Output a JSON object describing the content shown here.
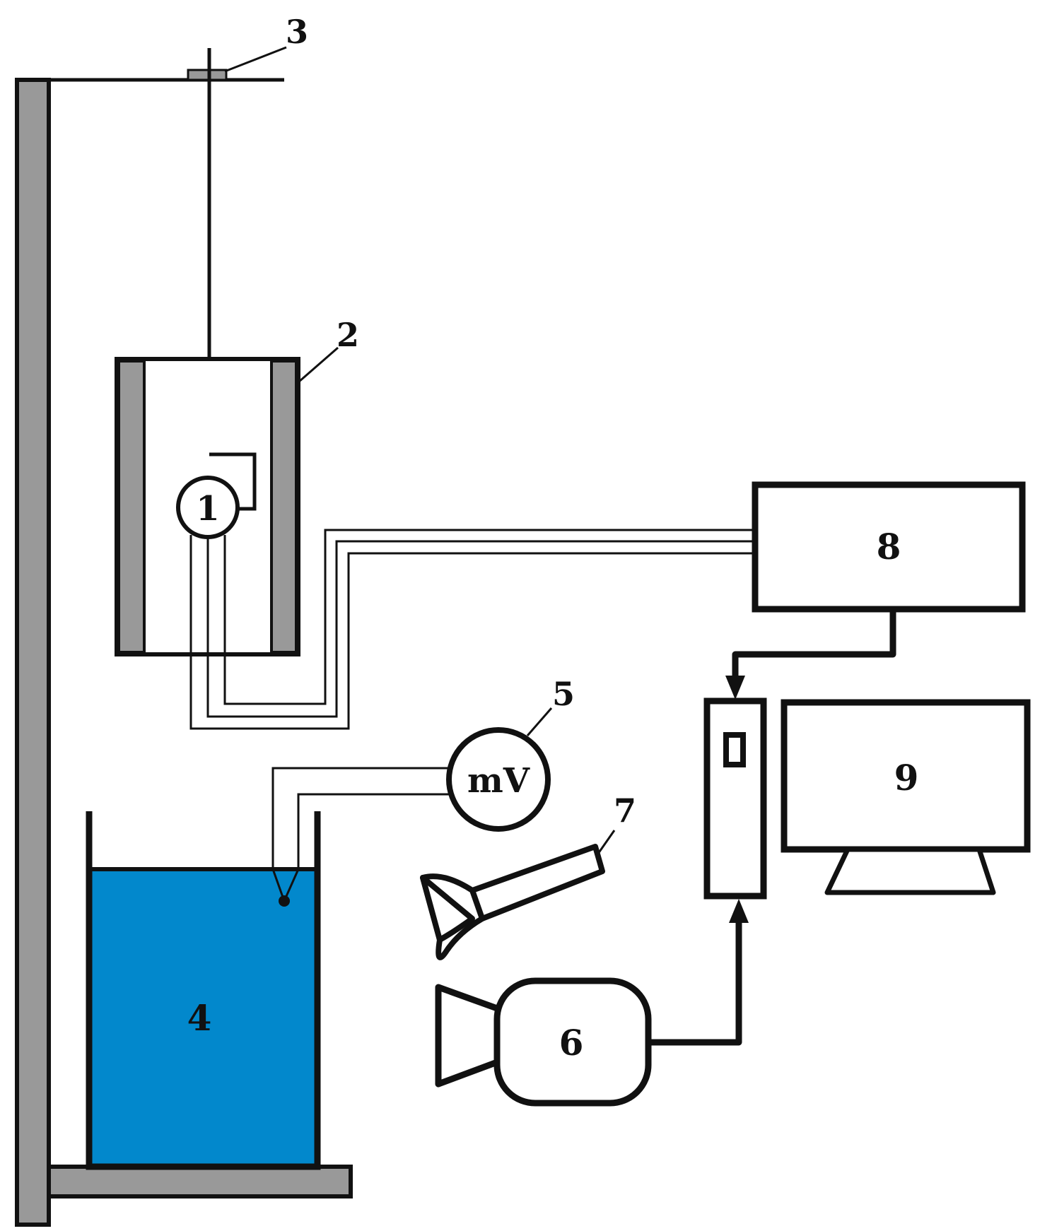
{
  "labels": {
    "furnace_element": "1",
    "furnace": "2",
    "holder": "3",
    "bath": "4",
    "voltmeter_number": "5",
    "voltmeter_unit": "mV",
    "camera": "6",
    "lamp": "7",
    "controller": "8",
    "monitor": "9"
  },
  "colors": {
    "line": "#111111",
    "wall": "#999999",
    "water": "#0288cc",
    "background": "#ffffff"
  }
}
